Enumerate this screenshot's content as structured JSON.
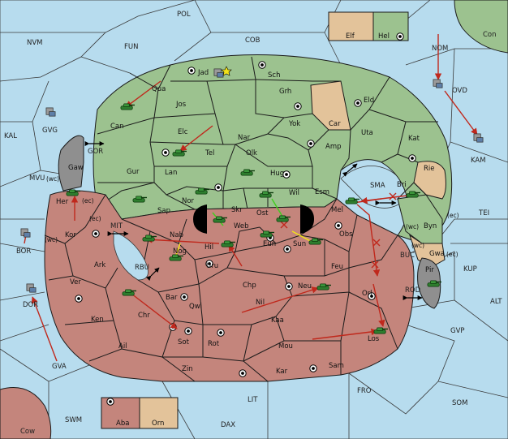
{
  "map": {
    "title": "",
    "colors": {
      "sea": "#b7dcee",
      "green_power": "#9cc28f",
      "red_power": "#c4857c",
      "neutral_tan": "#e3c39a",
      "impassable": "#8f8f8f",
      "order_arrow": "#c0281c",
      "support_line": "#f2e21a",
      "convoy_line": "#44cc22"
    },
    "sea_labels": [
      {
        "id": "pol",
        "text": "POL"
      },
      {
        "id": "nvm",
        "text": "NVM"
      },
      {
        "id": "fun",
        "text": "FUN"
      },
      {
        "id": "cob",
        "text": "COB"
      },
      {
        "id": "con",
        "text": "Con"
      },
      {
        "id": "nom",
        "text": "NOM"
      },
      {
        "id": "ovd",
        "text": "OVD"
      },
      {
        "id": "kal",
        "text": "KAL"
      },
      {
        "id": "gvg",
        "text": "GVG"
      },
      {
        "id": "gor",
        "text": "GOR"
      },
      {
        "id": "mvu",
        "text": "MVU"
      },
      {
        "id": "kam",
        "text": "KAM"
      },
      {
        "id": "sma",
        "text": "SMA"
      },
      {
        "id": "tei",
        "text": "TEI"
      },
      {
        "id": "mit",
        "text": "MIT"
      },
      {
        "id": "bor",
        "text": "BOR"
      },
      {
        "id": "rbu",
        "text": "RBU"
      },
      {
        "id": "buc",
        "text": "BUC"
      },
      {
        "id": "kup",
        "text": "KUP"
      },
      {
        "id": "dor",
        "text": "DOR"
      },
      {
        "id": "rod",
        "text": "ROD"
      },
      {
        "id": "alt",
        "text": "ALT"
      },
      {
        "id": "gvp",
        "text": "GVP"
      },
      {
        "id": "gva",
        "text": "GVA"
      },
      {
        "id": "fro",
        "text": "FRO"
      },
      {
        "id": "som",
        "text": "SOM"
      },
      {
        "id": "lit",
        "text": "LIT"
      },
      {
        "id": "swm",
        "text": "SWM"
      },
      {
        "id": "dax",
        "text": "DAX"
      },
      {
        "id": "cow",
        "text": "Cow"
      }
    ],
    "land_labels": [
      {
        "id": "jad",
        "text": "Jad"
      },
      {
        "id": "sch",
        "text": "Sch"
      },
      {
        "id": "qua",
        "text": "Qua"
      },
      {
        "id": "jos",
        "text": "Jos"
      },
      {
        "id": "grh",
        "text": "Grh"
      },
      {
        "id": "eld",
        "text": "Eld"
      },
      {
        "id": "can",
        "text": "Can"
      },
      {
        "id": "car",
        "text": "Car"
      },
      {
        "id": "yok",
        "text": "Yok"
      },
      {
        "id": "elc",
        "text": "Elc"
      },
      {
        "id": "nar",
        "text": "Nar"
      },
      {
        "id": "uta",
        "text": "Uta"
      },
      {
        "id": "kat",
        "text": "Kat"
      },
      {
        "id": "tel",
        "text": "Tel"
      },
      {
        "id": "olk",
        "text": "Olk"
      },
      {
        "id": "amp",
        "text": "Amp"
      },
      {
        "id": "gaw",
        "text": "Gaw"
      },
      {
        "id": "gur",
        "text": "Gur"
      },
      {
        "id": "lan",
        "text": "Lan"
      },
      {
        "id": "hug",
        "text": "Hug"
      },
      {
        "id": "rie",
        "text": "Rie"
      },
      {
        "id": "bri",
        "text": "Bri"
      },
      {
        "id": "esm",
        "text": "Esm"
      },
      {
        "id": "wil",
        "text": "Wil"
      },
      {
        "id": "skr",
        "text": "Skr"
      },
      {
        "id": "nor",
        "text": "Nor"
      },
      {
        "id": "her",
        "text": "Her"
      },
      {
        "id": "sap",
        "text": "Sap"
      },
      {
        "id": "mel",
        "text": "Mel"
      },
      {
        "id": "ost",
        "text": "Ost"
      },
      {
        "id": "web",
        "text": "Web"
      },
      {
        "id": "byn",
        "text": "Byn"
      },
      {
        "id": "kor",
        "text": "Kor"
      },
      {
        "id": "nab",
        "text": "Nab"
      },
      {
        "id": "eun",
        "text": "Eun"
      },
      {
        "id": "sun",
        "text": "Sun"
      },
      {
        "id": "obs",
        "text": "Obs"
      },
      {
        "id": "hil",
        "text": "Hil"
      },
      {
        "id": "nog",
        "text": "Nog"
      },
      {
        "id": "gwa",
        "text": "Gwa"
      },
      {
        "id": "pir",
        "text": "Pir"
      },
      {
        "id": "ark",
        "text": "Ark"
      },
      {
        "id": "uru",
        "text": "Uru"
      },
      {
        "id": "feu",
        "text": "Feu"
      },
      {
        "id": "ver",
        "text": "Ver"
      },
      {
        "id": "chp",
        "text": "Chp"
      },
      {
        "id": "neu",
        "text": "Neu"
      },
      {
        "id": "orl",
        "text": "Orl"
      },
      {
        "id": "bar",
        "text": "Bar"
      },
      {
        "id": "qwi",
        "text": "Qwi"
      },
      {
        "id": "nil",
        "text": "Nil"
      },
      {
        "id": "ken",
        "text": "Ken"
      },
      {
        "id": "chr",
        "text": "Chr"
      },
      {
        "id": "kaa",
        "text": "Kaa"
      },
      {
        "id": "sot",
        "text": "Sot"
      },
      {
        "id": "los",
        "text": "Los"
      },
      {
        "id": "ail",
        "text": "Ail"
      },
      {
        "id": "rot",
        "text": "Rot"
      },
      {
        "id": "mou",
        "text": "Mou"
      },
      {
        "id": "zin",
        "text": "Zin"
      },
      {
        "id": "kar",
        "text": "Kar"
      },
      {
        "id": "sam",
        "text": "Sam"
      },
      {
        "id": "elf",
        "text": "Elf"
      },
      {
        "id": "hel",
        "text": "Hel"
      },
      {
        "id": "aba",
        "text": "Aba"
      },
      {
        "id": "orn",
        "text": "Orn"
      }
    ],
    "coast_labels": [
      {
        "id": "wc1",
        "text": "(wc)"
      },
      {
        "id": "ec1",
        "text": "(ec)"
      },
      {
        "id": "ec2",
        "text": "(ec)"
      },
      {
        "id": "wc2",
        "text": "(wc)"
      },
      {
        "id": "wc3",
        "text": "(wc)"
      },
      {
        "id": "ec3",
        "text": "(ec)"
      },
      {
        "id": "wc4",
        "text": "(wc)"
      },
      {
        "id": "ec4",
        "text": "(ec)"
      }
    ]
  }
}
